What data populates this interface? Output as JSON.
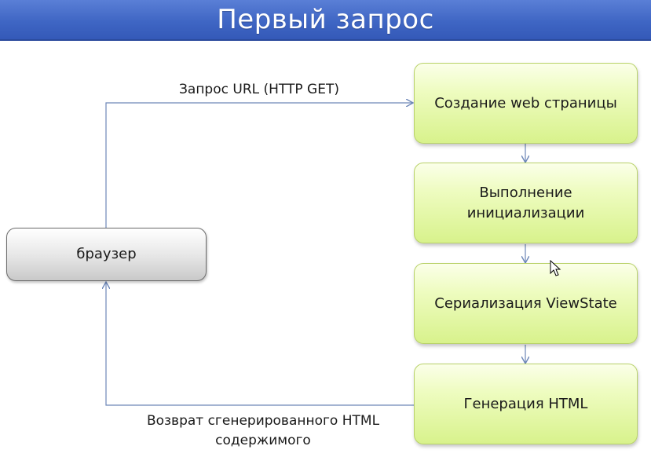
{
  "title": "Первый запрос",
  "browser": {
    "label": "браузер"
  },
  "steps": [
    {
      "label": "Создание web страницы"
    },
    {
      "label": "Выполнение инициализации"
    },
    {
      "label": "Сериализация ViewState"
    },
    {
      "label": "Генерация HTML"
    }
  ],
  "arrows": {
    "request_label": "Запрос URL (HTTP GET)",
    "response_label": "Возврат сгенерированного HTML содержимого"
  },
  "colors": {
    "title_bar": "#3f66c4",
    "step_fill": "#e4f7a8",
    "connector": "#6d87b8"
  }
}
